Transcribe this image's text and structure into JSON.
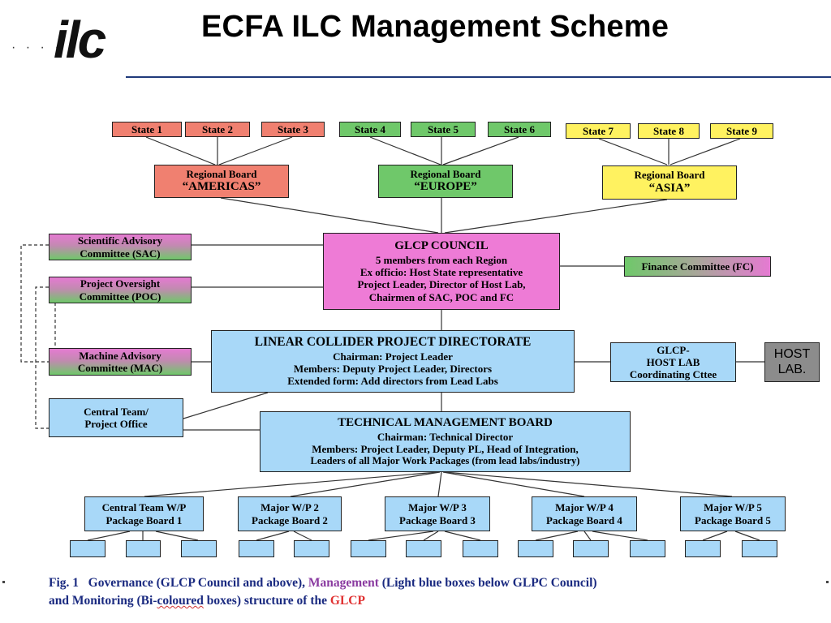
{
  "header": {
    "title": "ECFA ILC Management Scheme",
    "logo_text": "ilc",
    "logo_dots": "· · · ·"
  },
  "states": {
    "s1": "State 1",
    "s2": "State 2",
    "s3": "State 3",
    "s4": "State 4",
    "s5": "State 5",
    "s6": "State 6",
    "s7": "State 7",
    "s8": "State 8",
    "s9": "State 9"
  },
  "regional": {
    "americas": {
      "line1": "Regional Board",
      "line2": "“AMERICAS”"
    },
    "europe": {
      "line1": "Regional Board",
      "line2": "“EUROPE”"
    },
    "asia": {
      "line1": "Regional Board",
      "line2": "“ASIA”"
    }
  },
  "council": {
    "title": "GLCP COUNCIL",
    "line1": "5 members from each Region",
    "line2": "Ex officio: Host State representative",
    "line3": "Project Leader, Director of Host Lab,",
    "line4": "Chairmen of SAC, POC and FC"
  },
  "committees": {
    "sac": {
      "line1": "Scientific Advisory",
      "line2": "Committee (SAC)"
    },
    "poc": {
      "line1": "Project Oversight",
      "line2": "Committee (POC)"
    },
    "mac": {
      "line1": "Machine Advisory",
      "line2": "Committee (MAC)"
    },
    "fc": "Finance Committee (FC)"
  },
  "directorate": {
    "title": "LINEAR COLLIDER PROJECT DIRECTORATE",
    "line1": "Chairman: Project Leader",
    "line2": "Members: Deputy Project Leader, Directors",
    "line3": "Extended form: Add directors from Lead Labs"
  },
  "hostlab_cttee": {
    "line1": "GLCP-",
    "line2": "HOST LAB",
    "line3": "Coordinating Cttee"
  },
  "hostlab": {
    "line1": "HOST",
    "line2": "LAB."
  },
  "central_team": {
    "line1": "Central Team/",
    "line2": "Project Office"
  },
  "tmb": {
    "title": "TECHNICAL MANAGEMENT BOARD",
    "line1": "Chairman: Technical Director",
    "line2": "Members: Project Leader, Deputy PL, Head of Integration,",
    "line3": "Leaders of all Major Work Packages (from lead labs/industry)"
  },
  "work_packages": [
    {
      "line1": "Central Team W/P",
      "line2": "Package Board 1"
    },
    {
      "line1": "Major W/P 2",
      "line2": "Package Board 2"
    },
    {
      "line1": "Major W/P 3",
      "line2": "Package Board 3"
    },
    {
      "line1": "Major W/P 4",
      "line2": "Package Board 4"
    },
    {
      "line1": "Major W/P 5",
      "line2": "Package Board 5"
    }
  ],
  "caption": {
    "fig": "Fig. 1",
    "governance": "Governance (GLCP Council and above),",
    "management": "Management",
    "light_blue": "(Light blue boxes below GLPC Council)",
    "and": "and",
    "monitoring": "Monitoring (Bi-",
    "coloured": "coloured",
    "boxes": "boxes) structure of the",
    "glcp": "GLCP"
  },
  "colors": {
    "state_red": "#f08070",
    "state_green": "#6fc86a",
    "state_yellow": "#fff260",
    "council_pink": "#ee7bd6",
    "management_blue": "#a8d8f8",
    "hostlab_grey": "#8c8c8c",
    "caption_blue": "#1a2a80",
    "caption_purple": "#8a3aa0",
    "caption_red": "#e03030"
  }
}
